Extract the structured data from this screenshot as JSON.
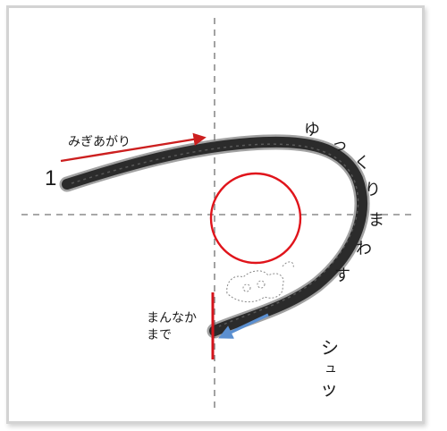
{
  "stroke_number": "1",
  "start_label": "みぎあがり",
  "slow_turn_chars": [
    "ゆ",
    "っ",
    "く",
    "り",
    "ま",
    "わ",
    "す"
  ],
  "center_label_lines": [
    "まんなか",
    "まで"
  ],
  "release_chars": [
    "シ",
    "ュ",
    "ッ"
  ],
  "colors": {
    "red_arrow": "#cc1f1f",
    "circle": "#e0141b",
    "stop_line": "#d4141b",
    "blue_arrow": "#5b8fd0",
    "brush": "#2b2b2b",
    "guide": "#8c8c8c"
  }
}
